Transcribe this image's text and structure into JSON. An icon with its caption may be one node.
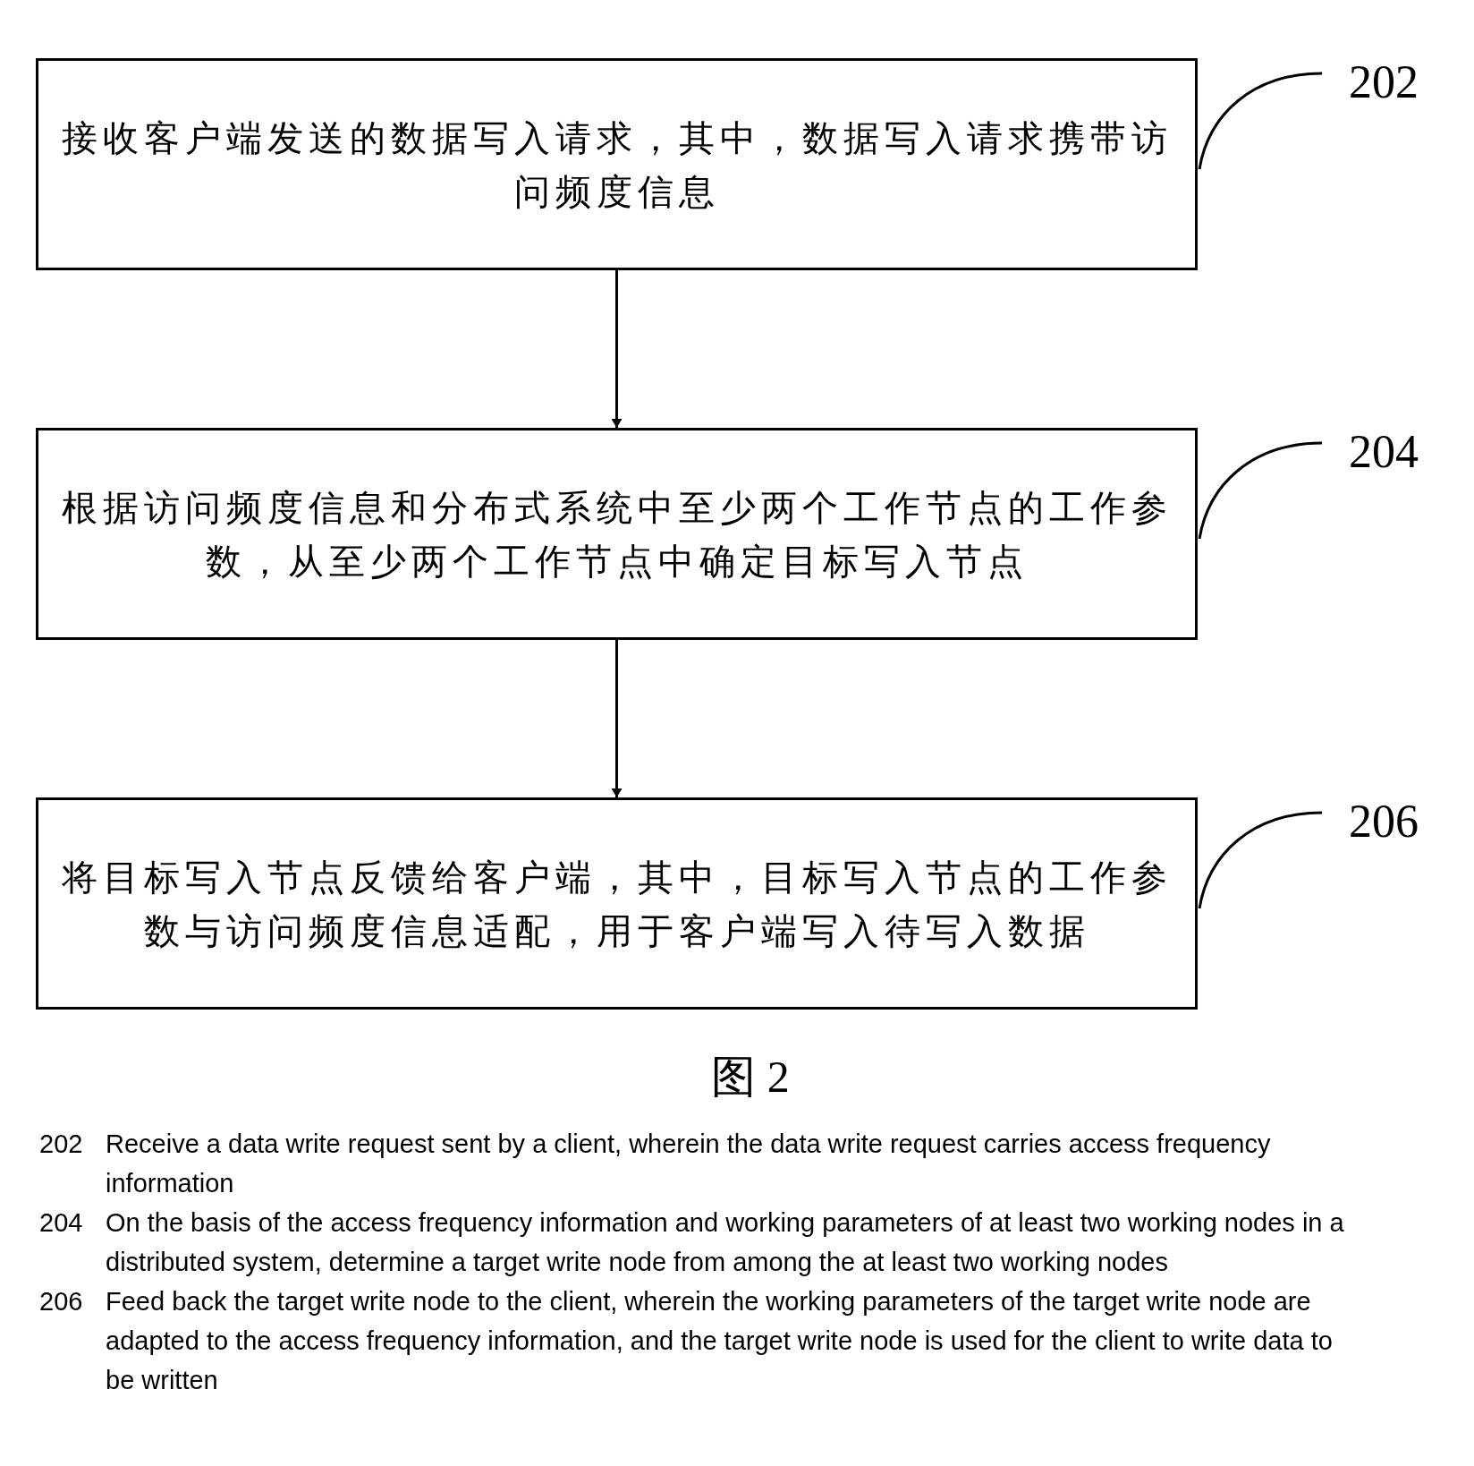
{
  "diagram": {
    "caption": "图 2",
    "nodes": [
      {
        "text": [
          "接收客户端发送的数据写入请求，其中，数据写入请求携带访问频度信息"
        ]
      },
      {
        "text": [
          "根据访问频度信息和分布式系统中至少两个工作节点的工作参数，从至少两个工作节点中确定目标写入节点"
        ]
      },
      {
        "text": [
          "将目标写入节点反馈给客户端，其中，目标写入节点的工作参数与访问频度信息适配，用于客户端写入待写入数据"
        ]
      },
      {
        "text": [
          "202"
        ]
      },
      {
        "text": [
          "204"
        ]
      },
      {
        "text": [
          "206"
        ]
      }
    ],
    "edges": [
      {
        "from": 0,
        "to": 1,
        "arrow": "to"
      },
      {
        "from": 1,
        "to": 2,
        "arrow": "to"
      },
      {
        "from": 3,
        "to": 0,
        "arrow": "none"
      },
      {
        "from": 4,
        "to": 1,
        "arrow": "none"
      },
      {
        "from": 5,
        "to": 2,
        "arrow": "none"
      }
    ],
    "labels": [
      "202",
      "Receive a data write request sent by a client, wherein the data write request carries access frequency information",
      "204",
      "On the basis of the access frequency information and working parameters of at least two working nodes in a distributed system, determine a target write node from among the at least two working nodes",
      "206",
      "Feed back the target write node to the client, wherein the working parameters of the target write node are adapted to the access frequency information, and the target write node is used for the client to write data to be written"
    ]
  }
}
